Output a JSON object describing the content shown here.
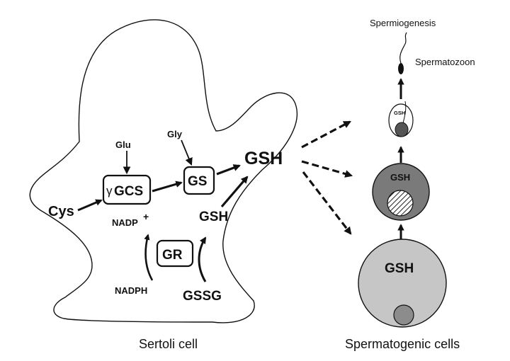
{
  "sertoli": {
    "caption": "Sertoli cell",
    "labels": {
      "cys": "Cys",
      "glu": "Glu",
      "gly": "Gly",
      "gamma": "γ",
      "gcs": "GCS",
      "gs": "GS",
      "gsh_main": "GSH",
      "gsh_inner": "GSH",
      "gssg": "GSSG",
      "gr": "GR",
      "nadp": "NADP",
      "nadp_sup": "+",
      "nadph": "NADPH"
    }
  },
  "spermatogenic": {
    "caption": "Spermatogenic cells",
    "labels": {
      "spermiogenesis": "Spermiogenesis",
      "spermatozoon": "Spermatozoon",
      "gsh_spermatid": "GSH",
      "gsh_spermatocyte": "GSH",
      "gsh_spermatogonium": "GSH"
    }
  },
  "colors": {
    "outline": "#111111",
    "spermatocyte_fill": "#7a7a7a",
    "spermatogonium_fill": "#c6c6c6",
    "nucleus_fill": "#8c8c8c",
    "spermatid_nucleus": "#555555"
  }
}
